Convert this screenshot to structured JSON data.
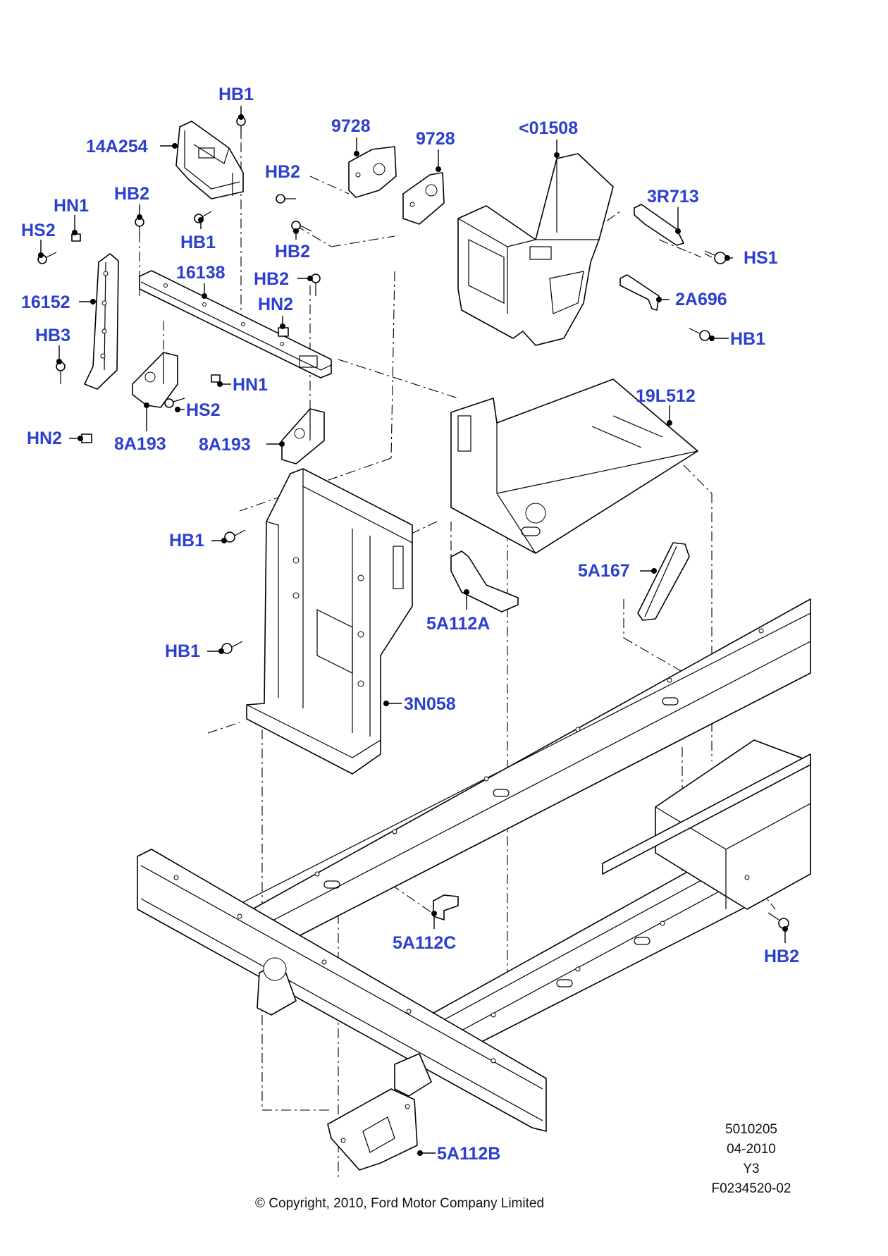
{
  "callouts": [
    {
      "id": "14A254",
      "text": "14A254"
    },
    {
      "id": "HB1_a",
      "text": "HB1"
    },
    {
      "id": "HB1_b",
      "text": "HB1"
    },
    {
      "id": "HB2_a",
      "text": "HB2"
    },
    {
      "id": "HN1_a",
      "text": "HN1"
    },
    {
      "id": "HS2_a",
      "text": "HS2"
    },
    {
      "id": "16152",
      "text": "16152"
    },
    {
      "id": "HB3",
      "text": "HB3"
    },
    {
      "id": "HN2_a",
      "text": "HN2"
    },
    {
      "id": "16138",
      "text": "16138"
    },
    {
      "id": "HB2_b",
      "text": "HB2"
    },
    {
      "id": "HB2_c",
      "text": "HB2"
    },
    {
      "id": "HB2_d",
      "text": "HB2"
    },
    {
      "id": "HN2_b",
      "text": "HN2"
    },
    {
      "id": "HN1_b",
      "text": "HN1"
    },
    {
      "id": "HS2_b",
      "text": "HS2"
    },
    {
      "id": "8A193_a",
      "text": "8A193"
    },
    {
      "id": "8A193_b",
      "text": "8A193"
    },
    {
      "id": "9728_a",
      "text": "9728"
    },
    {
      "id": "9728_b",
      "text": "9728"
    },
    {
      "id": "01508",
      "text": "<01508"
    },
    {
      "id": "3R713",
      "text": "3R713"
    },
    {
      "id": "HS1",
      "text": "HS1"
    },
    {
      "id": "2A696",
      "text": "2A696"
    },
    {
      "id": "HB1_c",
      "text": "HB1"
    },
    {
      "id": "19L512",
      "text": "19L512"
    },
    {
      "id": "HB1_d",
      "text": "HB1"
    },
    {
      "id": "5A167",
      "text": "5A167"
    },
    {
      "id": "5A112A",
      "text": "5A112A"
    },
    {
      "id": "HB1_e",
      "text": "HB1"
    },
    {
      "id": "3N058",
      "text": "3N058"
    },
    {
      "id": "5A112C",
      "text": "5A112C"
    },
    {
      "id": "HB2_e",
      "text": "HB2"
    },
    {
      "id": "5A112B",
      "text": "5A112B"
    }
  ],
  "info_block": [
    "5010205",
    "04-2010",
    "Y3",
    "F0234520-02"
  ],
  "copyright": "© Copyright, 2010, Ford Motor Company Limited",
  "colors": {
    "callout": "#2b3fd0",
    "line": "#000000",
    "background": "#ffffff"
  }
}
